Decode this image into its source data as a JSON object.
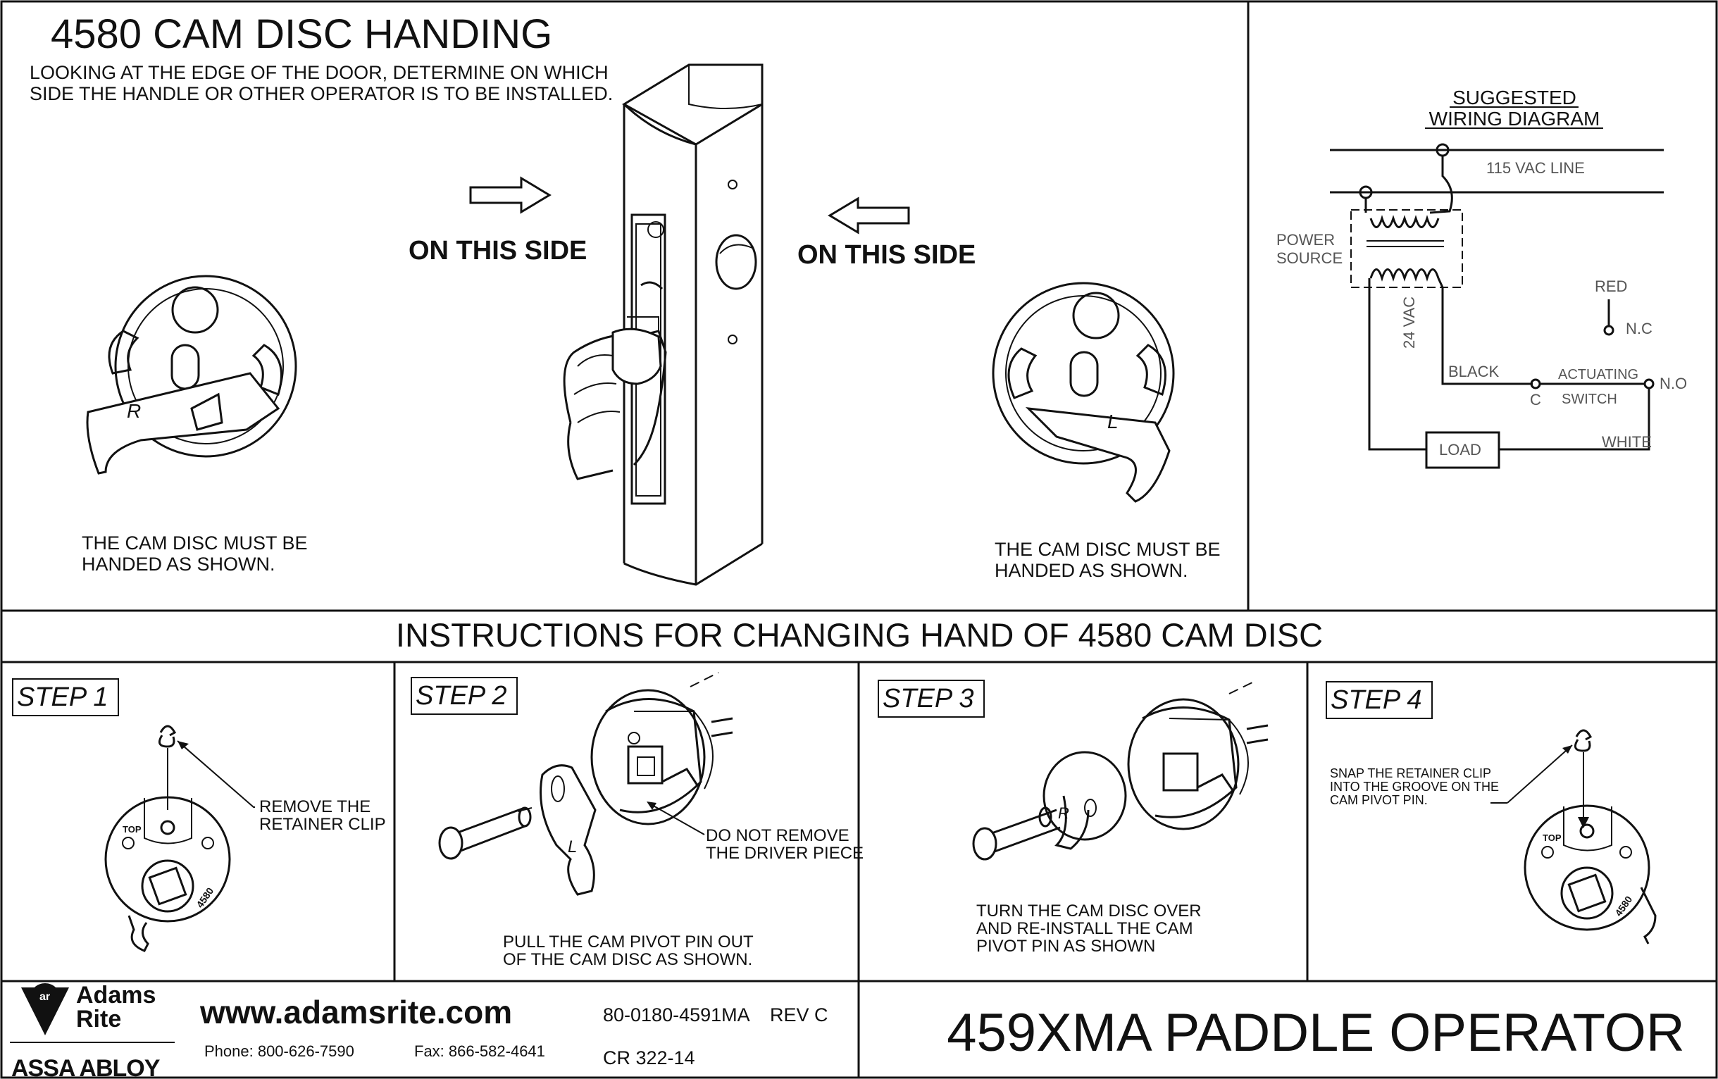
{
  "handing": {
    "title": "4580 CAM DISC HANDING",
    "instruction_line1": "LOOKING AT THE EDGE OF THE DOOR, DETERMINE ON WHICH",
    "instruction_line2": "SIDE THE HANDLE OR OTHER OPERATOR IS TO BE INSTALLED.",
    "left_side_label": "ON THIS SIDE",
    "right_side_label": "ON THIS SIDE",
    "left_letter": "R",
    "right_letter": "L",
    "left_note_line1": "THE CAM DISC MUST BE",
    "left_note_line2": "HANDED AS SHOWN.",
    "right_note_line1": "THE CAM DISC MUST BE",
    "right_note_line2": "HANDED AS SHOWN."
  },
  "wiring": {
    "title_line1": "SUGGESTED",
    "title_line2": "WIRING DIAGRAM",
    "line_label": "115 VAC LINE",
    "power_line1": "POWER",
    "power_line2": "SOURCE",
    "vac_label": "24 VAC",
    "red": "RED",
    "nc": "N.C",
    "black": "BLACK",
    "actuating": "ACTUATING",
    "switch": "SWITCH",
    "no": "N.O",
    "c": "C",
    "white": "WHITE",
    "load": "LOAD"
  },
  "instructions": {
    "header": "INSTRUCTIONS FOR CHANGING HAND OF 4580 CAM DISC",
    "step1": {
      "title": "STEP 1",
      "note_line1": "REMOVE THE",
      "note_line2": "RETAINER CLIP",
      "top_label": "TOP",
      "part_label": "4580"
    },
    "step2": {
      "title": "STEP 2",
      "callout_line1": "DO NOT REMOVE",
      "callout_line2": "THE DRIVER PIECE",
      "note_line1": "PULL THE CAM PIVOT PIN OUT",
      "note_line2": "OF THE CAM DISC AS SHOWN.",
      "letter": "L"
    },
    "step3": {
      "title": "STEP 3",
      "note_line1": "TURN THE CAM DISC OVER",
      "note_line2": "AND RE-INSTALL THE CAM",
      "note_line3": "PIVOT PIN AS SHOWN",
      "letter": "R"
    },
    "step4": {
      "title": "STEP 4",
      "note_line1": "SNAP THE RETAINER CLIP",
      "note_line2": "INTO THE GROOVE ON THE",
      "note_line3": "CAM PIVOT PIN.",
      "top_label": "TOP",
      "part_label": "4580"
    }
  },
  "footer": {
    "brand_line1": "Adams",
    "brand_line2": "Rite",
    "parent_brand": "ASSA ABLOY",
    "website": "www.adamsrite.com",
    "phone": "Phone: 800-626-7590",
    "fax": "Fax: 866-582-4641",
    "doc_number": "80-0180-4591MA",
    "revision": "REV C",
    "cr_number": "CR 322-14",
    "product_title": "459XMA PADDLE OPERATOR"
  }
}
